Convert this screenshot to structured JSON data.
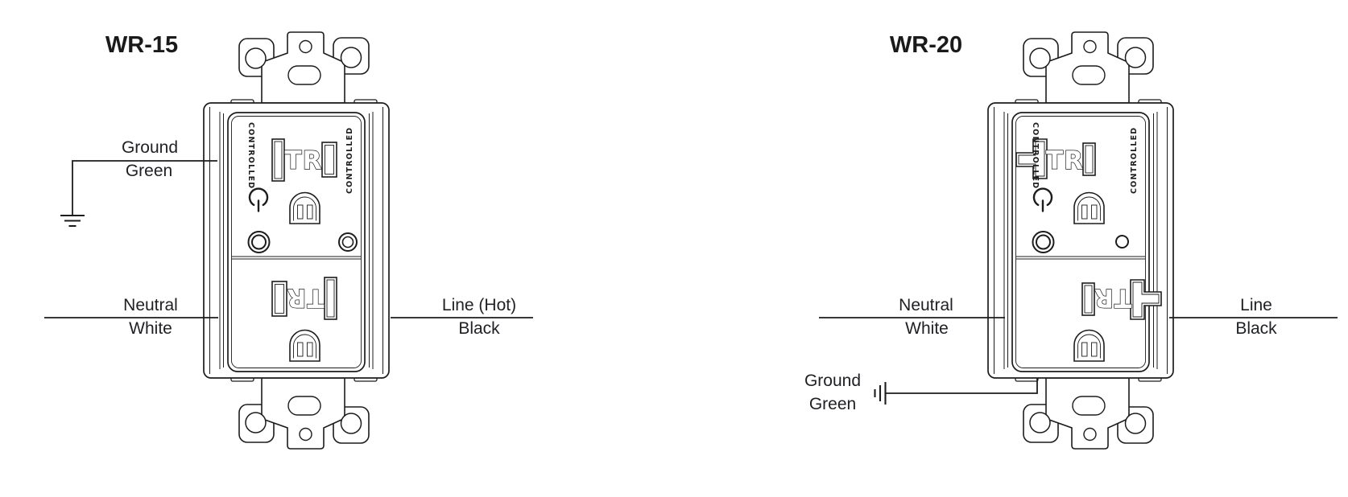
{
  "colors": {
    "ink": "#1c1c1c",
    "text": "#202124",
    "background": "#ffffff"
  },
  "outlet_face": {
    "tr_label": "TR",
    "controlled_label": "CONTROLLED"
  },
  "wr15": {
    "title": "WR-15",
    "ground_label": "Ground",
    "ground_color_label": "Green",
    "neutral_label": "Neutral",
    "neutral_color_label": "White",
    "line_label": "Line (Hot)",
    "line_color_label": "Black"
  },
  "wr20": {
    "title": "WR-20",
    "ground_label": "Ground",
    "ground_color_label": "Green",
    "neutral_label": "Neutral",
    "neutral_color_label": "White",
    "line_label": "Line",
    "line_color_label": "Black"
  }
}
